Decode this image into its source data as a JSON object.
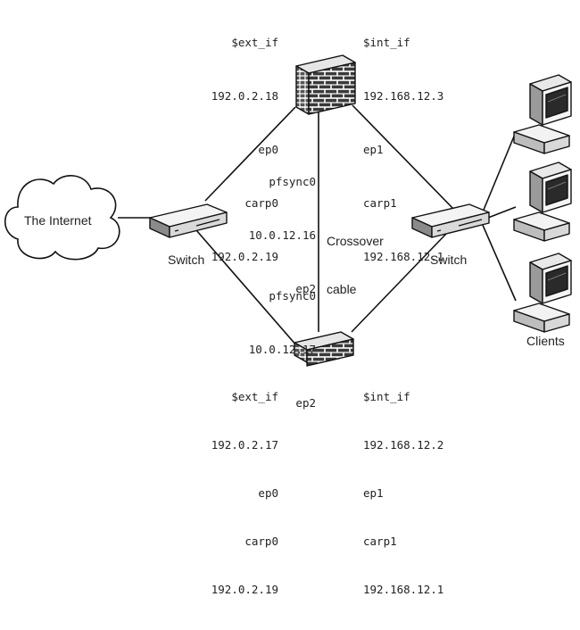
{
  "internet": {
    "label": "The Internet"
  },
  "switch_left": {
    "label": "Switch"
  },
  "switch_right": {
    "label": "Switch"
  },
  "clients": {
    "label": "Clients"
  },
  "crossover": {
    "line1": "Crossover",
    "line2": "cable"
  },
  "fw_top": {
    "ext": [
      "$ext_if",
      "192.0.2.18",
      "ep0",
      "carp0",
      "192.0.2.19"
    ],
    "int": [
      "$int_if",
      "192.168.12.3",
      "ep1",
      "carp1",
      "192.168.12.1"
    ],
    "pfsync": [
      "pfsync0",
      "10.0.12.16",
      "ep2"
    ]
  },
  "fw_bottom": {
    "ext": [
      "$ext_if",
      "192.0.2.17",
      "ep0",
      "carp0",
      "192.0.2.19"
    ],
    "int": [
      "$int_if",
      "192.168.12.2",
      "ep1",
      "carp1",
      "192.168.12.1"
    ],
    "pfsync": [
      "pfsync0",
      "10.0.12.17",
      "ep2"
    ]
  }
}
